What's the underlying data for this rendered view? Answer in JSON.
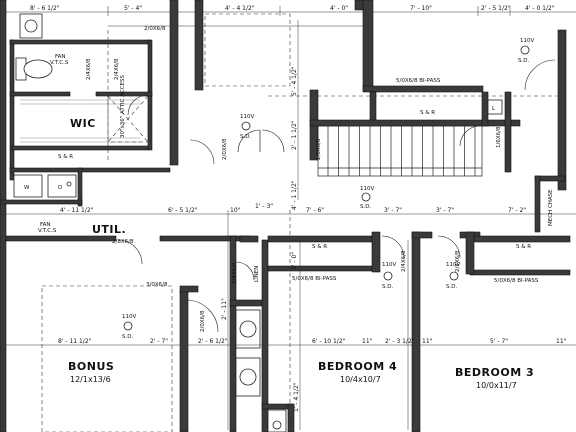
{
  "rooms": {
    "bonus": {
      "name": "BONUS",
      "size": "12/1x13/6"
    },
    "bedroom4": {
      "name": "BEDROOM 4",
      "size": "10/4x10/7"
    },
    "bedroom3": {
      "name": "BEDROOM 3",
      "size": "10/0x11/7"
    },
    "wic": {
      "name": "WIC"
    },
    "util": {
      "name": "UTIL."
    }
  },
  "labels": {
    "attic_access": "30\"x36\" ATTIC ACCESS",
    "fan": "FAN",
    "vtcs": "V.T.C.S",
    "vtcs2": "V.T.C.S",
    "sd": "S.D.",
    "v110": "110V",
    "washer": "W",
    "dryer": "D",
    "linen": "LINEN",
    "mech_chase": "MECH CHASE",
    "l": "L"
  },
  "shelves": {
    "s_and_r": "S & R",
    "s_and_r_b": "S & R",
    "s_and_r_c": "S & R",
    "s_and_r_d": "S & R",
    "s_and_r_e": "S & R"
  },
  "doors": {
    "d1": "2/4X6/8",
    "d2": "2/4X6/8",
    "d3": "2/0X6/8",
    "d4": "2/0X6/8",
    "d5": "2/0X6/8",
    "d6": "1/6X6/8",
    "d7": "2/8X6/8",
    "d8": "3/0X6/8",
    "d9": "2/0X6/8",
    "d10": "2/4X6/8",
    "d11": "2/4X6/8",
    "d12": "2/4X6/8",
    "bipass1": "5/0X6/8 BI-PASS",
    "bipass2": "5/0X6/8 BI-PASS",
    "bipass3": "5/0X6/8 BI-PASS"
  },
  "dimensions": {
    "top1": "8' - 6 1/2\"",
    "top2": "5' - 4\"",
    "top3": "4' - 4 1/2\"",
    "top4": "4' - 0\"",
    "top5": "7' - 10\"",
    "top6": "2' - 5 1/2\"",
    "top7": "4' - 0 1/2\"",
    "mid1": "4' - 11 1/2\"",
    "mid2": "6' - 5 1/2\"",
    "mid3": "10\"",
    "mid4": "1' - 3\"",
    "mid5": "7' - 6\"",
    "mid6": "3' - 7\"",
    "mid7": "3' - 7\"",
    "mid8": "7' - 2\"",
    "bot1": "8' - 11 1/2\"",
    "bot2": "2' - 7\"",
    "bot3": "2' - 6 1/2\"",
    "bot4": "6' - 10 1/2\"",
    "bot5": "11\"",
    "bot6": "2' - 3 1/2\"",
    "bot7": "11\"",
    "bot8": "5' - 7\"",
    "bot9": "11\"",
    "v1": "5' - 4 1/2\"",
    "v2": "2' - 1 1/2\"",
    "v3": "4' - 1 1/2\"",
    "v4": "1' - 4 1/2\"",
    "v5": "3' - 0\"",
    "v6": "2' - 11\""
  }
}
